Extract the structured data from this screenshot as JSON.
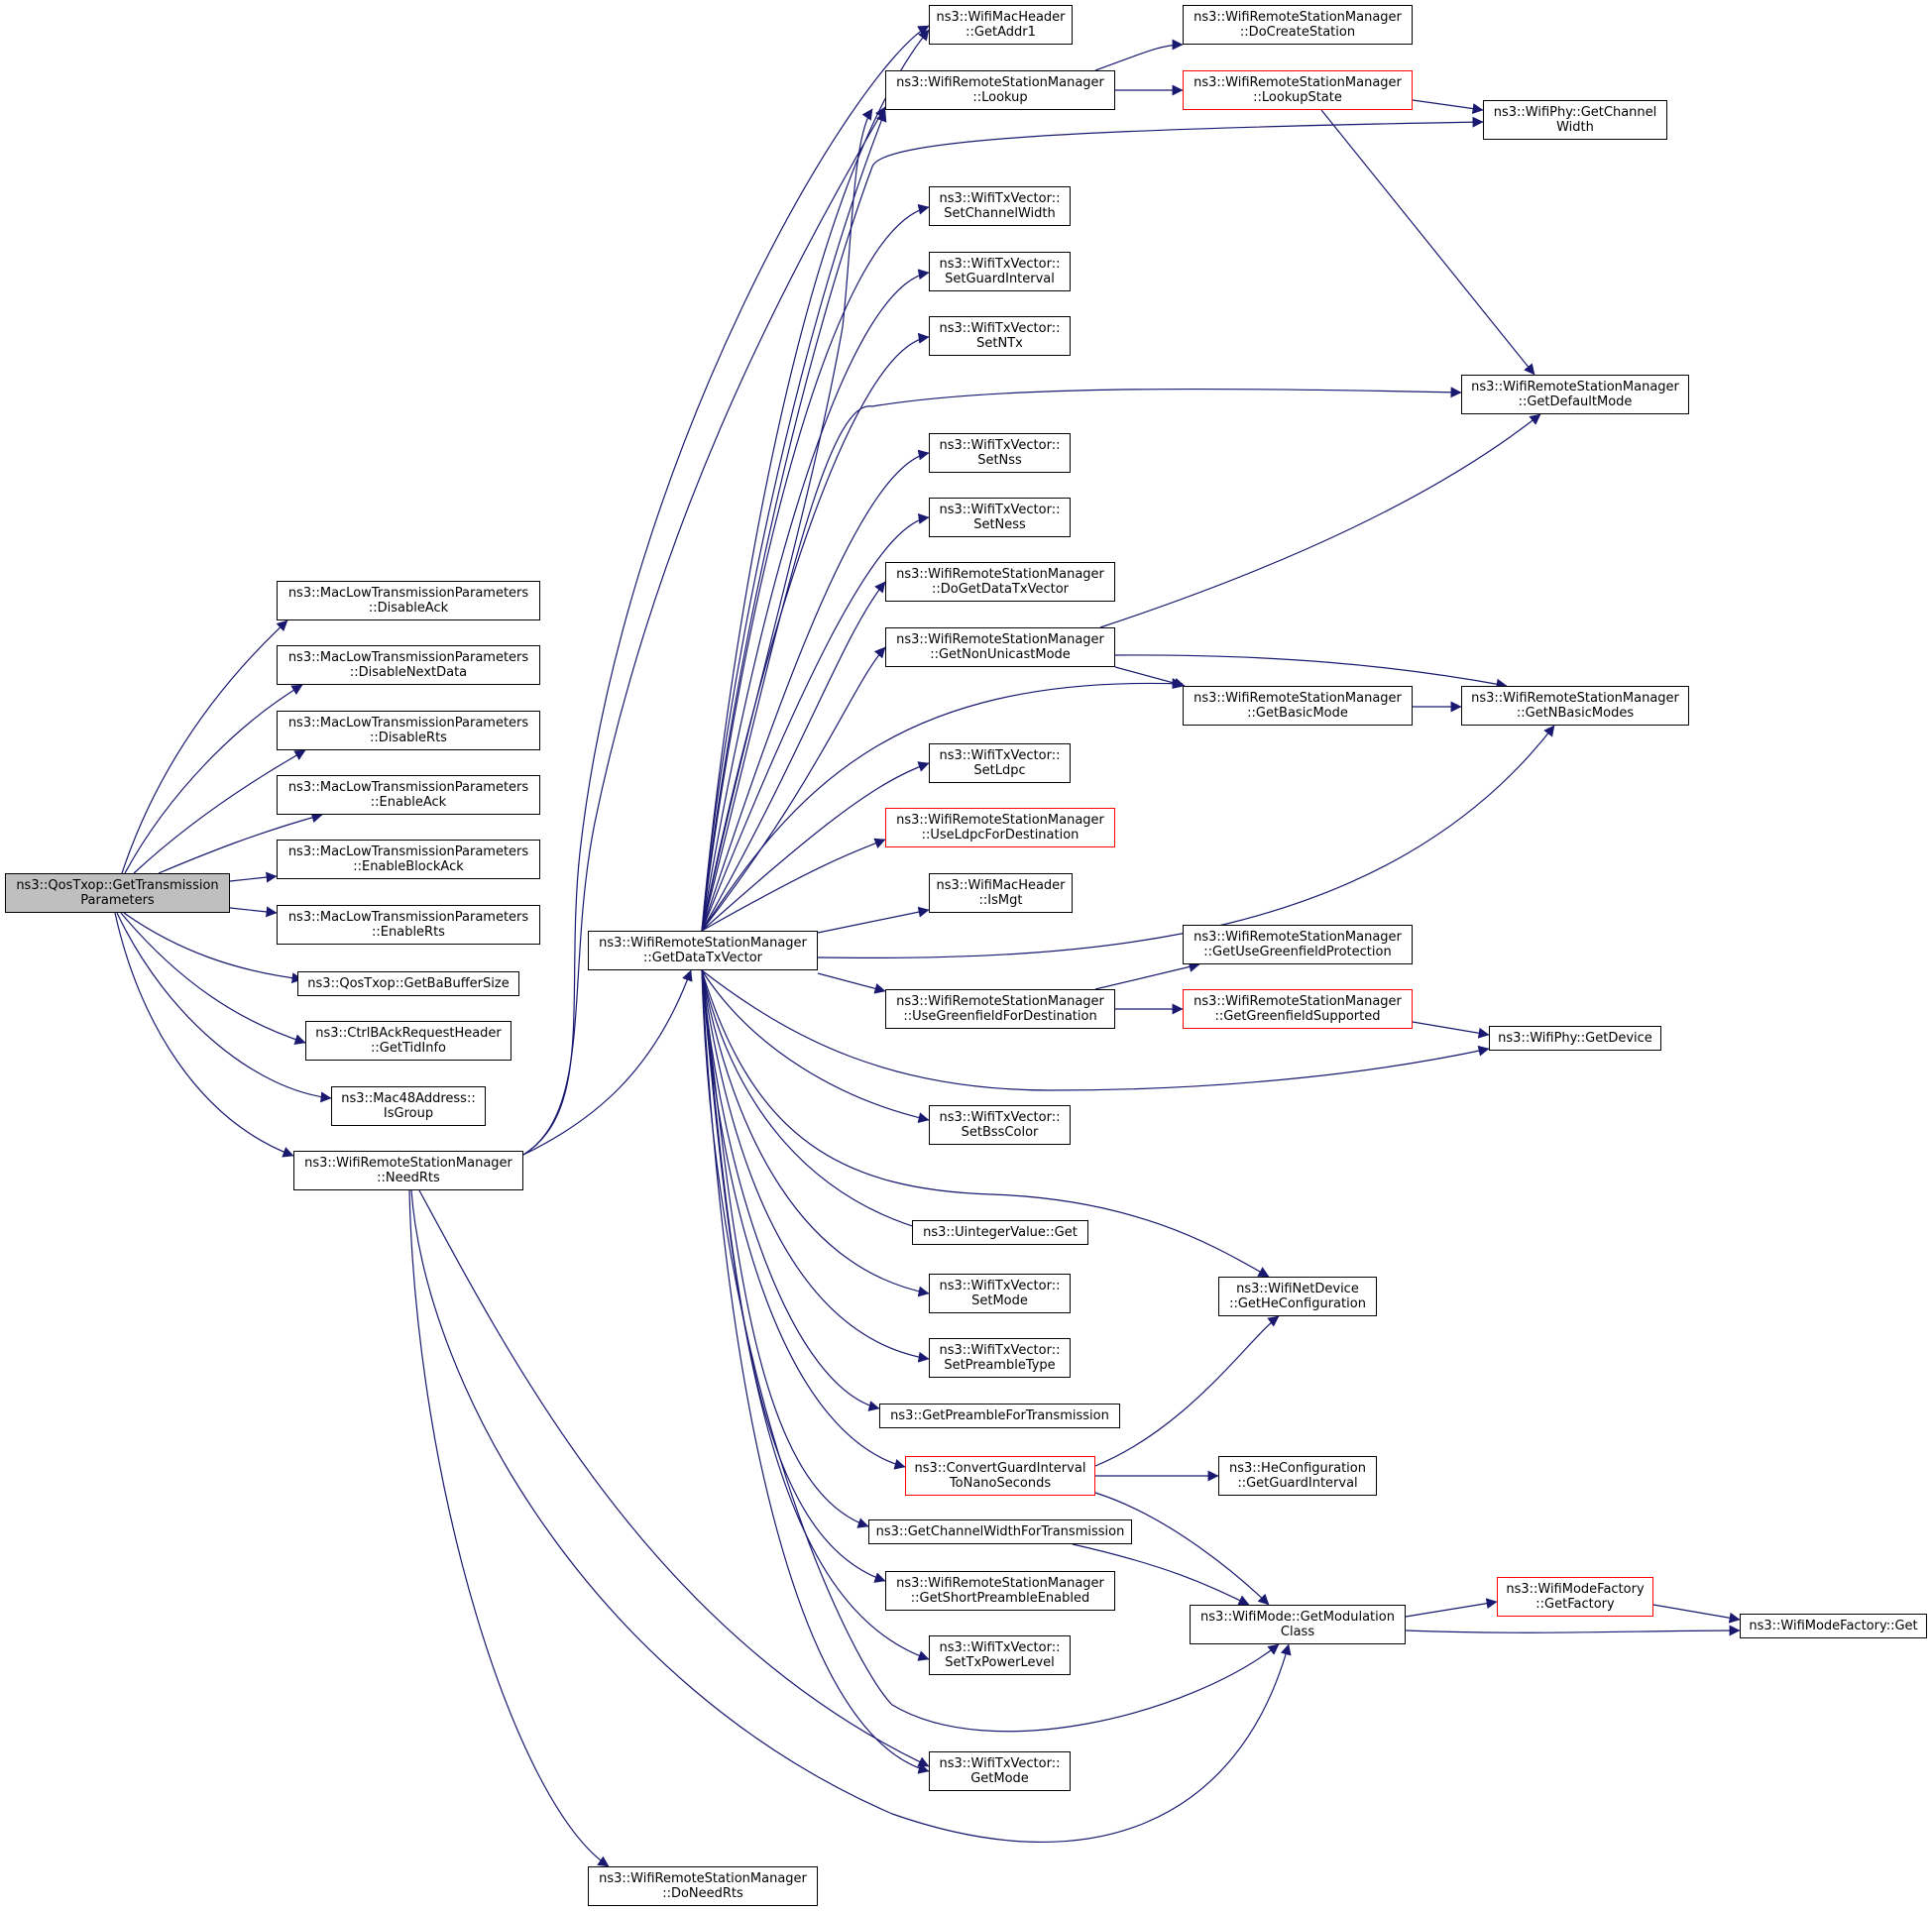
{
  "colors": {
    "edge": "#191970",
    "border": "#000000",
    "incomplete_border": "#ff0000",
    "root_fill": "#bfbfbf"
  },
  "nodes": {
    "qos_get_tx_params": {
      "line1": "ns3::QosTxop::GetTransmission",
      "line2": "Parameters"
    },
    "mltp_disable_ack": {
      "line1": "ns3::MacLowTransmissionParameters",
      "line2": "::DisableAck"
    },
    "mltp_disable_next_data": {
      "line1": "ns3::MacLowTransmissionParameters",
      "line2": "::DisableNextData"
    },
    "mltp_disable_rts": {
      "line1": "ns3::MacLowTransmissionParameters",
      "line2": "::DisableRts"
    },
    "mltp_enable_ack": {
      "line1": "ns3::MacLowTransmissionParameters",
      "line2": "::EnableAck"
    },
    "mltp_enable_block_ack": {
      "line1": "ns3::MacLowTransmissionParameters",
      "line2": "::EnableBlockAck"
    },
    "mltp_enable_rts": {
      "line1": "ns3::MacLowTransmissionParameters",
      "line2": "::EnableRts"
    },
    "qos_get_ba_buffer_size": {
      "line1": "ns3::QosTxop::GetBaBufferSize"
    },
    "ctrl_back_get_tid_info": {
      "line1": "ns3::CtrlBAckRequestHeader",
      "line2": "::GetTidInfo"
    },
    "mac48_is_group": {
      "line1": "ns3::Mac48Address::",
      "line2": "IsGroup"
    },
    "wrsm_need_rts": {
      "line1": "ns3::WifiRemoteStationManager",
      "line2": "::NeedRts"
    },
    "wrsm_get_data_tx_vector": {
      "line1": "ns3::WifiRemoteStationManager",
      "line2": "::GetDataTxVector"
    },
    "wrsm_do_need_rts": {
      "line1": "ns3::WifiRemoteStationManager",
      "line2": "::DoNeedRts"
    },
    "mac_header_get_addr1": {
      "line1": "ns3::WifiMacHeader",
      "line2": "::GetAddr1"
    },
    "wrsm_lookup": {
      "line1": "ns3::WifiRemoteStationManager",
      "line2": "::Lookup"
    },
    "txv_set_channel_width": {
      "line1": "ns3::WifiTxVector::",
      "line2": "SetChannelWidth"
    },
    "txv_set_guard_interval": {
      "line1": "ns3::WifiTxVector::",
      "line2": "SetGuardInterval"
    },
    "txv_set_ntx": {
      "line1": "ns3::WifiTxVector::",
      "line2": "SetNTx"
    },
    "txv_set_nss": {
      "line1": "ns3::WifiTxVector::",
      "line2": "SetNss"
    },
    "txv_set_ness": {
      "line1": "ns3::WifiTxVector::",
      "line2": "SetNess"
    },
    "wrsm_do_get_data_tx_vector": {
      "line1": "ns3::WifiRemoteStationManager",
      "line2": "::DoGetDataTxVector"
    },
    "wrsm_get_non_unicast_mode": {
      "line1": "ns3::WifiRemoteStationManager",
      "line2": "::GetNonUnicastMode"
    },
    "txv_set_ldpc": {
      "line1": "ns3::WifiTxVector::",
      "line2": "SetLdpc"
    },
    "wrsm_use_ldpc_for_destination": {
      "line1": "ns3::WifiRemoteStationManager",
      "line2": "::UseLdpcForDestination"
    },
    "mac_header_is_mgt": {
      "line1": "ns3::WifiMacHeader",
      "line2": "::IsMgt"
    },
    "wrsm_use_greenfield_for_destination": {
      "line1": "ns3::WifiRemoteStationManager",
      "line2": "::UseGreenfieldForDestination"
    },
    "txv_set_bss_color": {
      "line1": "ns3::WifiTxVector::",
      "line2": "SetBssColor"
    },
    "uinteger_value_get": {
      "line1": "ns3::UintegerValue::Get"
    },
    "txv_set_mode": {
      "line1": "ns3::WifiTxVector::",
      "line2": "SetMode"
    },
    "txv_set_preamble_type": {
      "line1": "ns3::WifiTxVector::",
      "line2": "SetPreambleType"
    },
    "get_preamble_for_transmission": {
      "line1": "ns3::GetPreambleForTransmission"
    },
    "convert_guard_interval": {
      "line1": "ns3::ConvertGuardInterval",
      "line2": "ToNanoSeconds"
    },
    "get_channel_width_for_transmission": {
      "line1": "ns3::GetChannelWidthForTransmission"
    },
    "wrsm_get_short_preamble_enabled": {
      "line1": "ns3::WifiRemoteStationManager",
      "line2": "::GetShortPreambleEnabled"
    },
    "txv_set_tx_power_level": {
      "line1": "ns3::WifiTxVector::",
      "line2": "SetTxPowerLevel"
    },
    "txv_get_mode": {
      "line1": "ns3::WifiTxVector::",
      "line2": "GetMode"
    },
    "wrsm_do_create_station": {
      "line1": "ns3::WifiRemoteStationManager",
      "line2": "::DoCreateStation"
    },
    "wrsm_lookup_state": {
      "line1": "ns3::WifiRemoteStationManager",
      "line2": "::LookupState"
    },
    "wrsm_get_basic_mode": {
      "line1": "ns3::WifiRemoteStationManager",
      "line2": "::GetBasicMode"
    },
    "wrsm_get_use_greenfield_protection": {
      "line1": "ns3::WifiRemoteStationManager",
      "line2": "::GetUseGreenfieldProtection"
    },
    "wrsm_get_greenfield_supported": {
      "line1": "ns3::WifiRemoteStationManager",
      "line2": "::GetGreenfieldSupported"
    },
    "netdevice_get_he_configuration": {
      "line1": "ns3::WifiNetDevice",
      "line2": "::GetHeConfiguration"
    },
    "he_config_get_guard_interval": {
      "line1": "ns3::HeConfiguration",
      "line2": "::GetGuardInterval"
    },
    "wifi_mode_get_modulation_class": {
      "line1": "ns3::WifiMode::GetModulation",
      "line2": "Class"
    },
    "phy_get_channel_width": {
      "line1": "ns3::WifiPhy::GetChannel",
      "line2": "Width"
    },
    "wrsm_get_default_mode": {
      "line1": "ns3::WifiRemoteStationManager",
      "line2": "::GetDefaultMode"
    },
    "wrsm_get_n_basic_modes": {
      "line1": "ns3::WifiRemoteStationManager",
      "line2": "::GetNBasicModes"
    },
    "phy_get_device": {
      "line1": "ns3::WifiPhy::GetDevice"
    },
    "mode_factory_get_factory": {
      "line1": "ns3::WifiModeFactory",
      "line2": "::GetFactory"
    },
    "mode_factory_get": {
      "line1": "ns3::WifiModeFactory::Get"
    }
  }
}
